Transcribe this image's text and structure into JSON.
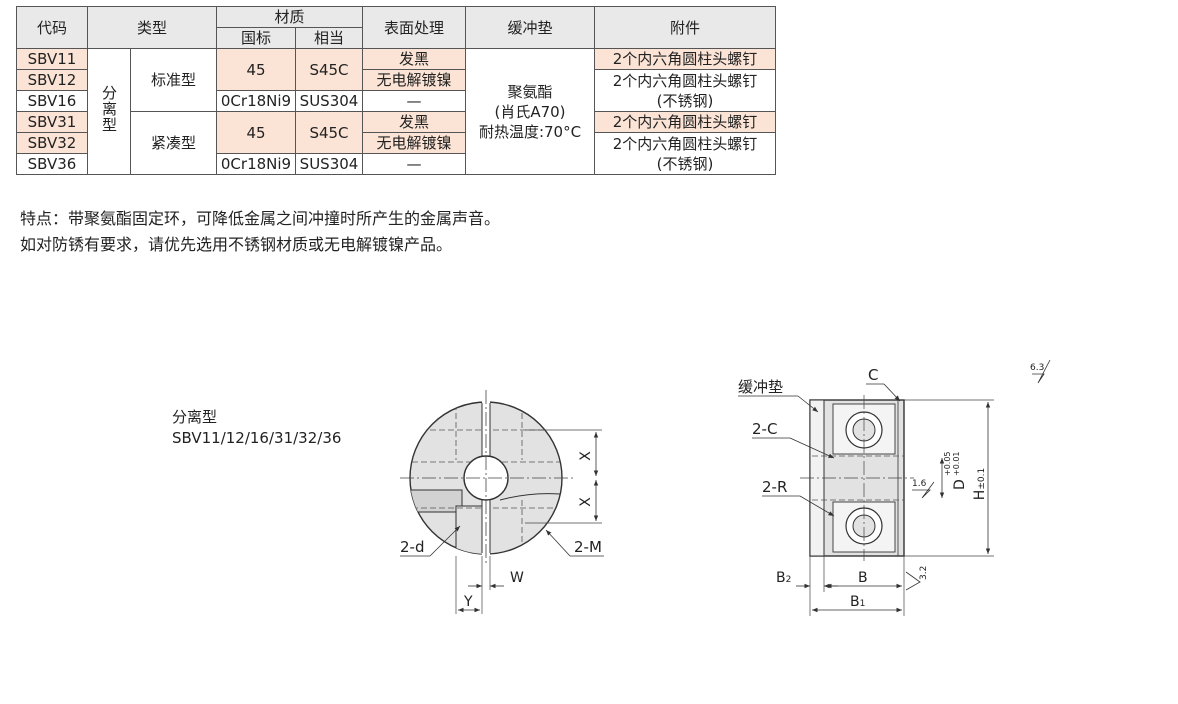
{
  "table": {
    "headers": {
      "code": "代码",
      "type": "类型",
      "material": "材质",
      "mat_gb": "国标",
      "mat_equiv": "相当",
      "surface": "表面处理",
      "cushion": "缓冲垫",
      "accessory": "附件"
    },
    "codes": [
      "SBV11",
      "SBV12",
      "SBV16",
      "SBV31",
      "SBV32",
      "SBV36"
    ],
    "type_main": "分离型",
    "subtype_standard": "标准型",
    "subtype_compact": "紧凑型",
    "mat_45": "45",
    "mat_s45c": "S45C",
    "mat_stainless_gb": "0Cr18Ni9",
    "mat_stainless_equiv": "SUS304",
    "surf_black": "发黑",
    "surf_nickel": "无电解镀镍",
    "surf_none": "—",
    "cushion_line1": "聚氨酯",
    "cushion_line2": "(肖氏A70)",
    "cushion_line3": "耐热温度:70°C",
    "acc_screw": "2个内六角圆柱头螺钉",
    "acc_stainless": "(不锈钢)"
  },
  "notes": {
    "line1": "特点：带聚氨酯固定环，可降低金属之间冲撞时所产生的金属声音。",
    "line2": "如对防锈有要求，请优先选用不锈钢材质或无电解镀镍产品。"
  },
  "drawing": {
    "title": "分离型",
    "models": "SBV11/12/16/31/32/36",
    "front": {
      "label_x": "X",
      "label_2d": "2-d",
      "label_2m": "2-M",
      "label_w": "W",
      "label_y": "Y"
    },
    "side": {
      "label_cushion": "缓冲垫",
      "label_c": "C",
      "label_2c": "2-C",
      "label_2r": "2-R",
      "label_h": "H",
      "label_h_tol": "±0.1",
      "label_d": "D",
      "label_d_tol_up": "+0.05",
      "label_d_tol_low": "+0.01",
      "label_b": "B",
      "label_b1": "B",
      "label_b1_sub": "1",
      "label_b2": "B",
      "label_b2_sub": "2",
      "rough_inner": "1.6",
      "rough_side": "3.2",
      "rough_general": "6.3",
      "accent_color": "#d93025"
    }
  }
}
